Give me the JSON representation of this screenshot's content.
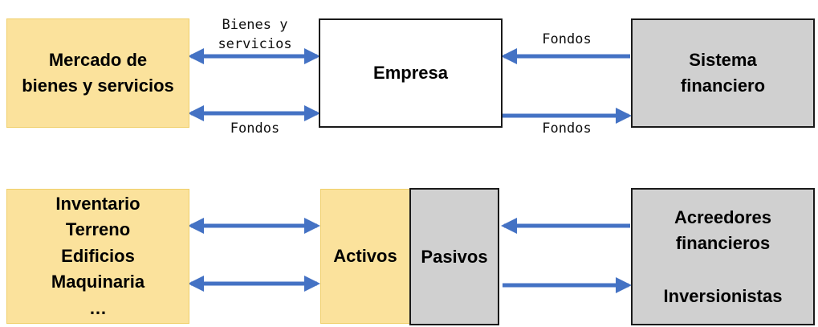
{
  "top_row": {
    "market_box": {
      "line1": "Mercado de",
      "line2": "bienes y servicios"
    },
    "company_box": {
      "label": "Empresa"
    },
    "financial_box": {
      "line1": "Sistema",
      "line2": "financiero"
    },
    "label_goods": {
      "line1": "Bienes y",
      "line2": "servicios"
    },
    "label_funds_bottom_left": "Fondos",
    "label_funds_top_right": "Fondos",
    "label_funds_bottom_right": "Fondos"
  },
  "bottom_row": {
    "assets_list": [
      "Inventario",
      "Terreno",
      "Edificios",
      "Maquinaria",
      "…"
    ],
    "assets_box": {
      "label": "Activos"
    },
    "liabilities_box": {
      "label": "Pasivos"
    },
    "creditors_box": {
      "line1": "Acreedores",
      "line2": "financieros",
      "line3": "Inversionistas"
    }
  },
  "colors": {
    "yellow_fill": "#fbe29c",
    "gray_fill": "#d0d0d0",
    "arrow_blue": "#4472c4",
    "border_dark": "#1a1a1a"
  }
}
